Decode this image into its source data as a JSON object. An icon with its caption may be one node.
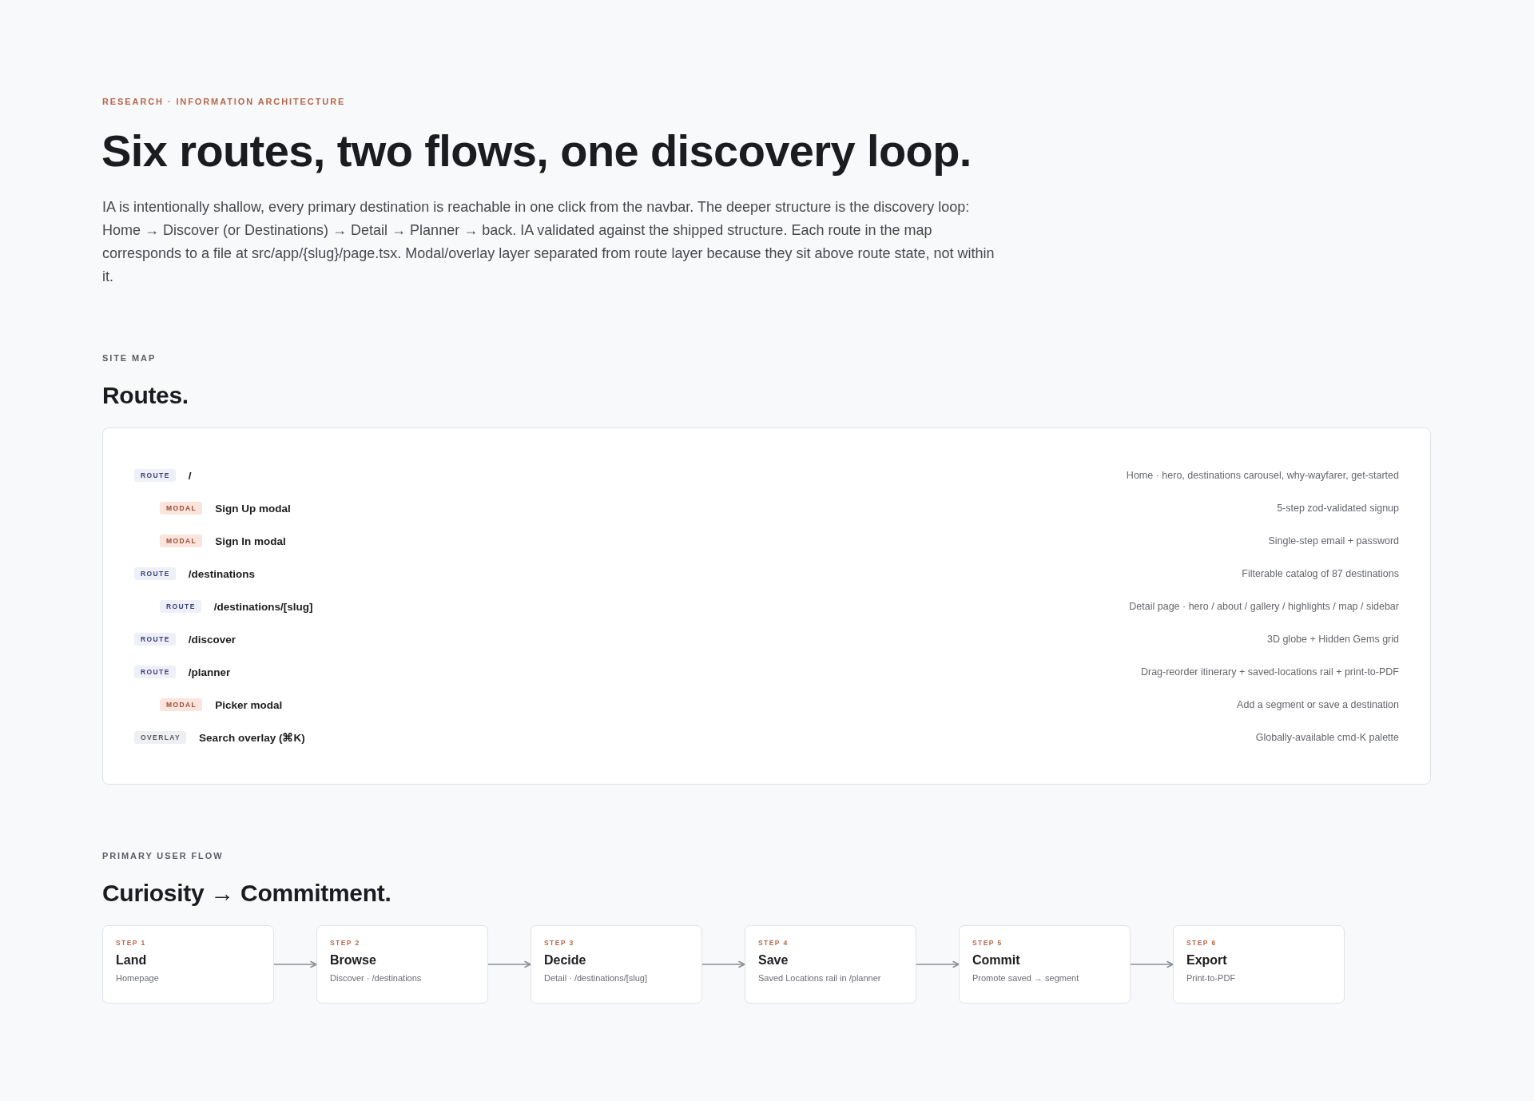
{
  "diagram": {
    "title": "Six routes, two flows, one discovery loop.",
    "nodes": [
      {
        "text": [],
        "shape": "box"
      },
      {
        "text": [
          "ROUTE"
        ],
        "in": 0,
        "beside": [
          "/"
        ]
      },
      {
        "text": [
          "MODAL"
        ],
        "in": 0,
        "beside": [
          "Sign Up modal"
        ]
      },
      {
        "text": [
          "MODAL"
        ],
        "in": 0,
        "beside": [
          "Sign In modal"
        ]
      },
      {
        "text": [
          "ROUTE"
        ],
        "in": 0,
        "beside": [
          "/destinations"
        ]
      },
      {
        "text": [
          "ROUTE"
        ],
        "in": 0,
        "beside": [
          "/destinations/[slug]"
        ]
      },
      {
        "text": [
          "ROUTE"
        ],
        "in": 0,
        "beside": [
          "/discover"
        ]
      },
      {
        "text": [
          "ROUTE"
        ],
        "in": 0,
        "beside": [
          "/planner"
        ]
      },
      {
        "text": [
          "MODAL"
        ],
        "in": 0,
        "beside": [
          "Picker modal"
        ]
      },
      {
        "text": [
          "OVERLAY"
        ],
        "in": 0,
        "beside": [
          "Search overlay (⌘K)"
        ]
      },
      {
        "text": [
          "STEP 1",
          "Land",
          "Homepage"
        ]
      },
      {
        "text": [
          "STEP 2",
          "Browse",
          "Discover · /destinations"
        ]
      },
      {
        "text": [
          "STEP 3",
          "Decide",
          "Detail · /destinations/[slug]"
        ]
      },
      {
        "text": [
          "STEP 4",
          "Save",
          "Saved Locations rail in /planner"
        ]
      },
      {
        "text": [
          "STEP 5",
          "Commit",
          "Promote saved → segment"
        ]
      },
      {
        "text": [
          "STEP 6",
          "Export",
          "Print-to-PDF"
        ]
      }
    ],
    "edges": [
      {
        "from": 10,
        "to": 11,
        "arrow": "to"
      },
      {
        "from": 11,
        "to": 12,
        "arrow": "to"
      },
      {
        "from": 12,
        "to": 13,
        "arrow": "to"
      },
      {
        "from": 13,
        "to": 14,
        "arrow": "to"
      },
      {
        "from": 14,
        "to": 15,
        "arrow": "to"
      }
    ],
    "labels": [
      "RESEARCH · INFORMATION ARCHITECTURE",
      "IA is intentionally shallow, every primary destination is reachable in one click from the navbar. The deeper structure is the discovery loop: Home → Discover (or Destinations) → Detail → Planner → back. IA validated against the shipped structure. Each route in the map corresponds to a file at src/app/{slug}/page.tsx. Modal/overlay layer separated from route layer because they sit above route state, not within it.",
      "SITE MAP",
      "Routes.",
      "Home · hero, destinations carousel, why-wayfarer, get-started",
      "5-step zod-validated signup",
      "Single-step email + password",
      "Filterable catalog of 87 destinations",
      "Detail page · hero / about / gallery / highlights / map / sidebar",
      "3D globe + Hidden Gems grid",
      "Drag-reorder itinerary + saved-locations rail + print-to-PDF",
      "Add a segment or save a destination",
      "Globally-available cmd-K palette",
      "PRIMARY USER FLOW",
      "Curiosity → Commitment."
    ]
  }
}
